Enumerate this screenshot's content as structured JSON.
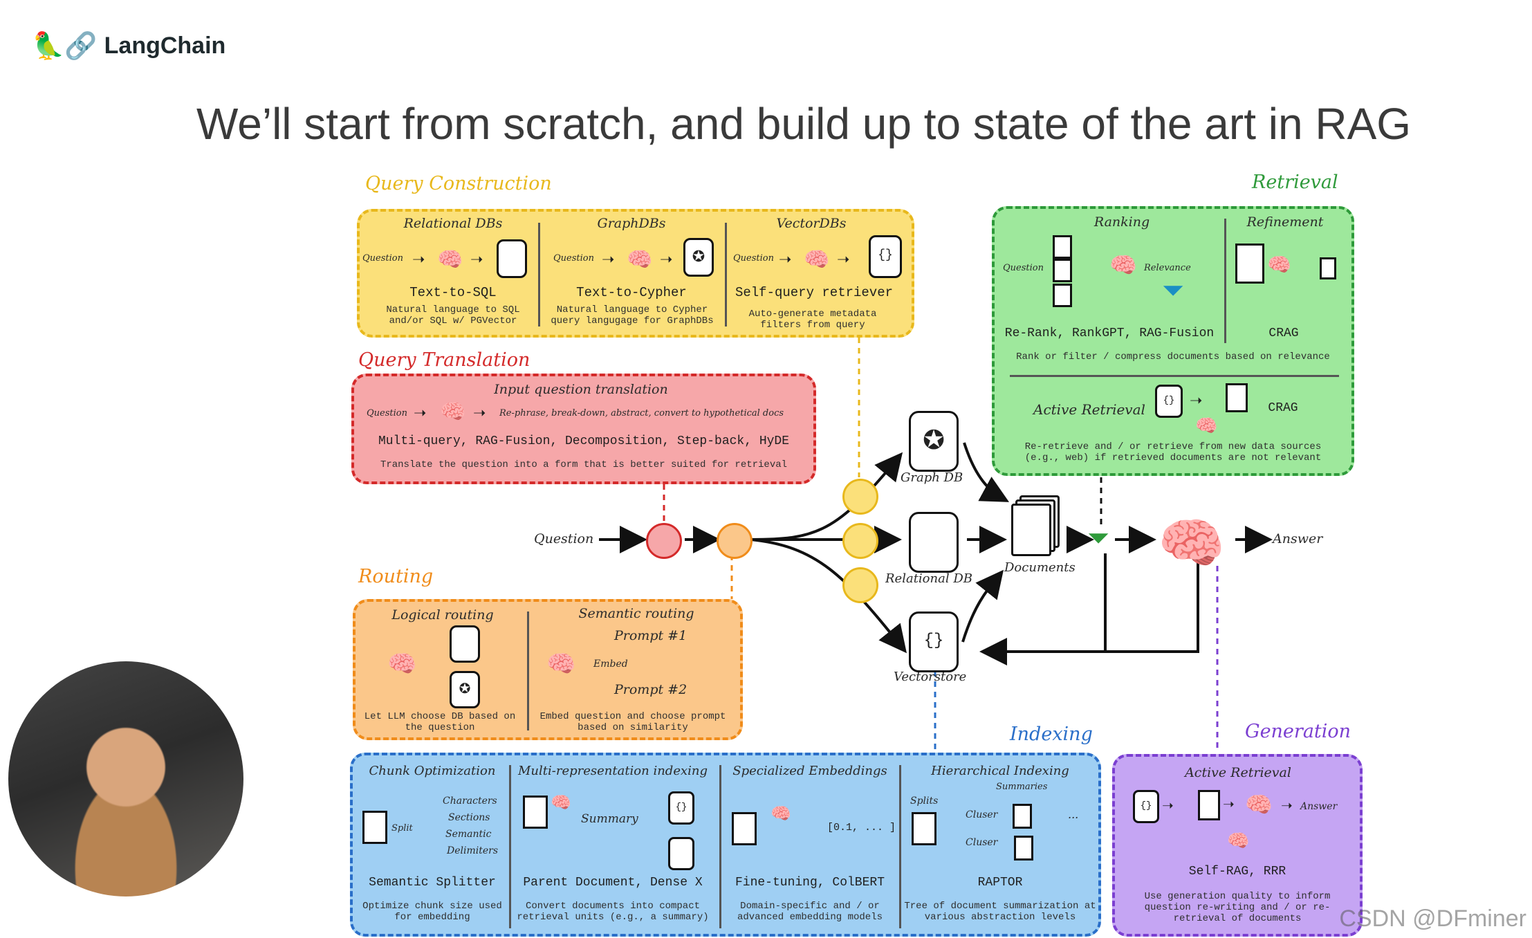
{
  "brand": {
    "logo_icons": "parrot-link",
    "name": "LangChain"
  },
  "headline": "We’ll start from scratch, and build up to state of the art in RAG",
  "colors": {
    "yellow": "#fbe07a",
    "red": "#f6a7a9",
    "orange": "#fbc78a",
    "green": "#9ee89c",
    "blue": "#9fcff3",
    "purple": "#c5a5f3"
  },
  "query_construction": {
    "label": "Query Construction",
    "columns": [
      {
        "heading": "Relational DBs",
        "flow_label": "Question",
        "title": "Text-to-SQL",
        "desc": "Natural language to SQL and/or SQL w/ PGVector"
      },
      {
        "heading": "GraphDBs",
        "flow_label": "Question",
        "title": "Text-to-Cypher",
        "desc": "Natural language to Cypher query langugage for GraphDBs"
      },
      {
        "heading": "VectorDBs",
        "flow_label": "Question",
        "title": "Self-query retriever",
        "desc": "Auto-generate metadata filters from query"
      }
    ]
  },
  "query_translation": {
    "label": "Query Translation",
    "heading": "Input question translation",
    "flow_label": "Question",
    "flow_result": "Re-phrase, break-down, abstract, convert to hypothetical docs",
    "title": "Multi-query, RAG-Fusion, Decomposition, Step-back, HyDE",
    "desc": "Translate the question into a form that is better suited for retrieval"
  },
  "routing": {
    "label": "Routing",
    "columns": [
      {
        "heading": "Logical routing",
        "desc": "Let LLM choose DB based on the question"
      },
      {
        "heading": "Semantic routing",
        "prompt1": "Prompt #1",
        "embed": "Embed",
        "prompt2": "Prompt #2",
        "desc": "Embed question and choose prompt based on similarity"
      }
    ]
  },
  "retrieval": {
    "label": "Retrieval",
    "ranking_heading": "Ranking",
    "refinement_heading": "Refinement",
    "question_label": "Question",
    "relevance_label": "Relevance",
    "ranking_title": "Re-Rank, RankGPT, RAG-Fusion",
    "refinement_title": "CRAG",
    "top_desc": "Rank or filter / compress documents based on relevance",
    "active_label": "Active Retrieval",
    "active_title": "CRAG",
    "active_desc": "Re-retrieve and / or retrieve from new data sources (e.g., web) if retrieved documents are not relevant"
  },
  "center_flow": {
    "question": "Question",
    "graph_db": "Graph DB",
    "relational_db": "Relational DB",
    "vectorstore": "Vectorstore",
    "documents": "Documents",
    "answer": "Answer",
    "braces": "{}"
  },
  "indexing": {
    "label": "Indexing",
    "columns": [
      {
        "heading": "Chunk Optimization",
        "split": "Split",
        "options": [
          "Characters",
          "Sections",
          "Semantic",
          "Delimiters"
        ],
        "title": "Semantic Splitter",
        "desc": "Optimize chunk size used for embedding"
      },
      {
        "heading": "Multi-representation indexing",
        "summary": "Summary",
        "title": "Parent Document, Dense X",
        "desc": "Convert documents into compact retrieval units (e.g., a summary)"
      },
      {
        "heading": "Specialized Embeddings",
        "vector": "[0.1, ... ]",
        "title": "Fine-tuning, ColBERT",
        "desc": "Domain-specific and / or advanced embedding models"
      },
      {
        "heading": "Hierarchical Indexing",
        "summaries": "Summaries",
        "splits": "Splits",
        "cluster1": "Cluser",
        "cluster2": "Cluser",
        "ellipsis": "...",
        "title": "RAPTOR",
        "desc": "Tree of document summarization at various abstraction levels"
      }
    ]
  },
  "generation": {
    "label": "Generation",
    "heading": "Active Retrieval",
    "answer": "Answer",
    "title": "Self-RAG, RRR",
    "desc": "Use generation quality to inform question re-writing and / or re-retrieval of documents"
  },
  "watermark": "CSDN @DFminer"
}
